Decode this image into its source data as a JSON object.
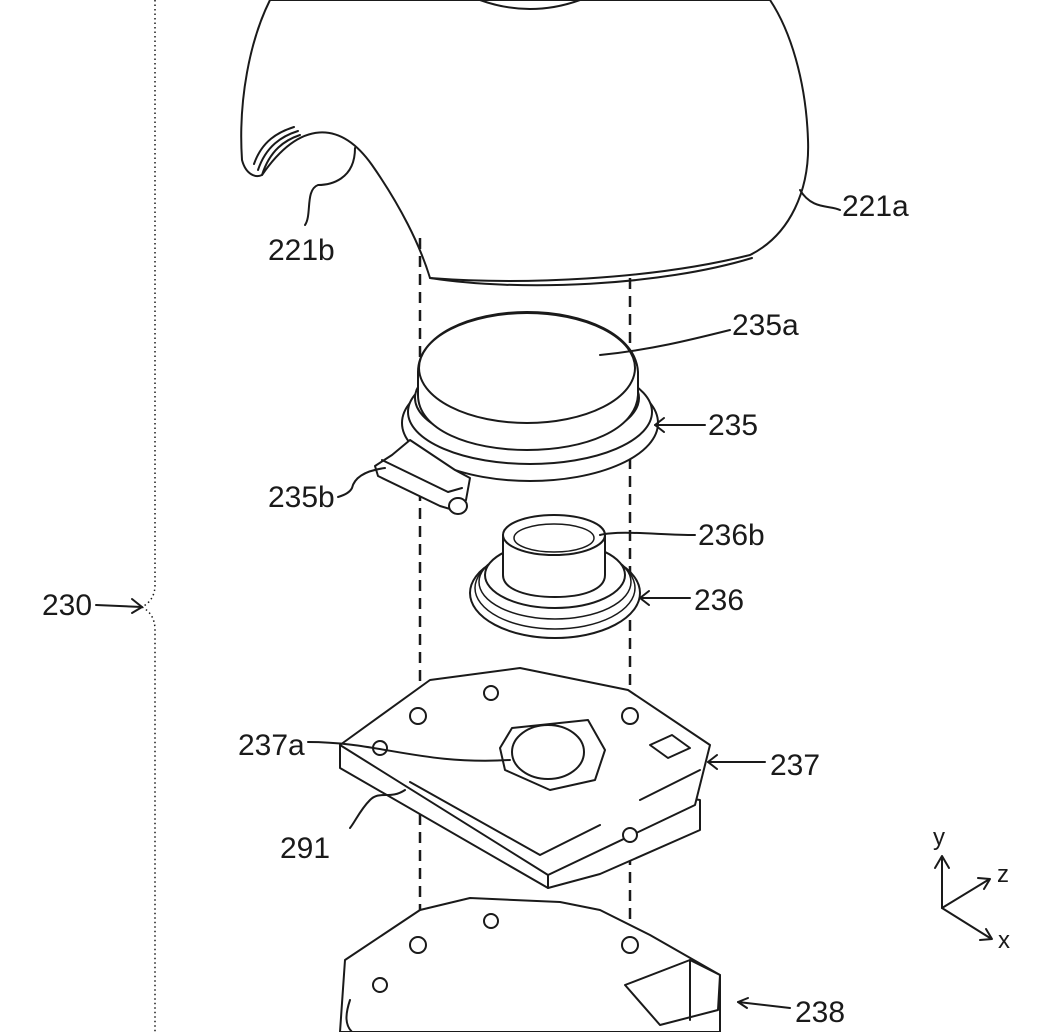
{
  "labels": {
    "ref_230": "230",
    "ref_221a": "221a",
    "ref_221b": "221b",
    "ref_235a": "235a",
    "ref_235": "235",
    "ref_235b": "235b",
    "ref_236b": "236b",
    "ref_236": "236",
    "ref_237a": "237a",
    "ref_237": "237",
    "ref_291": "291",
    "ref_238": "238"
  },
  "axes": {
    "y": "y",
    "z": "z",
    "x": "x"
  },
  "colors": {
    "line": "#1a1a1a",
    "background": "#ffffff"
  }
}
